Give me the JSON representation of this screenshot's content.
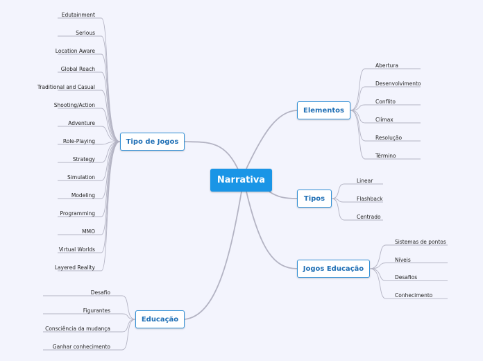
{
  "central": {
    "label": "Narrativa"
  },
  "branches": {
    "tipo_de_jogos": {
      "label": "Tipo de Jogos",
      "children": [
        "Edutainment",
        "Serious",
        "Location Aware",
        "Global Reach",
        "Traditional and Casual",
        "Shooting/Action",
        "Adventure",
        "Role-Playing",
        "Strategy",
        "Simulation",
        "Modeling",
        "Programming",
        "MMO",
        "Virtual Worlds",
        "Layered Reality"
      ]
    },
    "educacao": {
      "label": "Educação",
      "children": [
        "Desafio",
        "Figurantes",
        "Consciência da mudança",
        "Ganhar conhecimento"
      ]
    },
    "elementos": {
      "label": "Elementos",
      "children": [
        "Abertura",
        "Desenvolvimento",
        "Conflito",
        "Clímax",
        "Resolução",
        "Término"
      ]
    },
    "tipos": {
      "label": "Tipos",
      "children": [
        "Linear",
        "Flashback",
        "Centrado"
      ]
    },
    "jogos_educacao": {
      "label": "Jogos Educação",
      "children": [
        "Sistemas de pontos",
        "Níveis",
        "Desafios",
        "Conhecimento"
      ]
    }
  },
  "colors": {
    "background": "#f3f4fd",
    "central_fill": "#1a95e6",
    "topic_border": "#2f8fd6",
    "topic_text": "#1f6fb5",
    "connector": "#b3b3c3"
  }
}
